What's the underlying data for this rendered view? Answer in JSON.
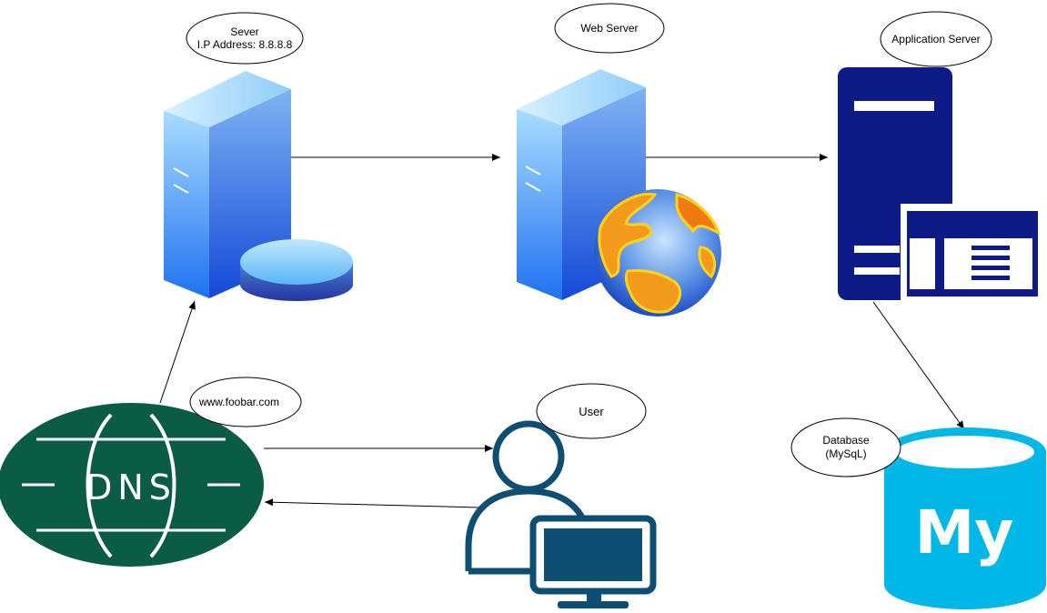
{
  "labels": {
    "sever_name": "Sever",
    "sever_ip": "I.P Address: 8.8.8.8",
    "web_server": "Web Server",
    "app_server": "Application Server",
    "domain": "www.foobar.com",
    "user": "User",
    "database_line1": "Database",
    "database_line2": "(MySqL)",
    "dns_text": "DNS",
    "mysql_text": "My"
  },
  "colors": {
    "server_blue_light": "#9ed8ff",
    "server_blue_dark": "#1a6fe8",
    "app_server_navy": "#0c1b85",
    "dns_green": "#0b5c45",
    "user_teal": "#0e4e72",
    "mysql_cyan": "#00b7e8",
    "globe_orange": "#f29a1c"
  },
  "icons": {
    "sever": "server-with-storage-icon",
    "web_server": "web-server-globe-icon",
    "app_server": "application-server-icon",
    "dns": "dns-globe-icon",
    "user": "user-computer-icon",
    "database": "mysql-database-icon"
  }
}
